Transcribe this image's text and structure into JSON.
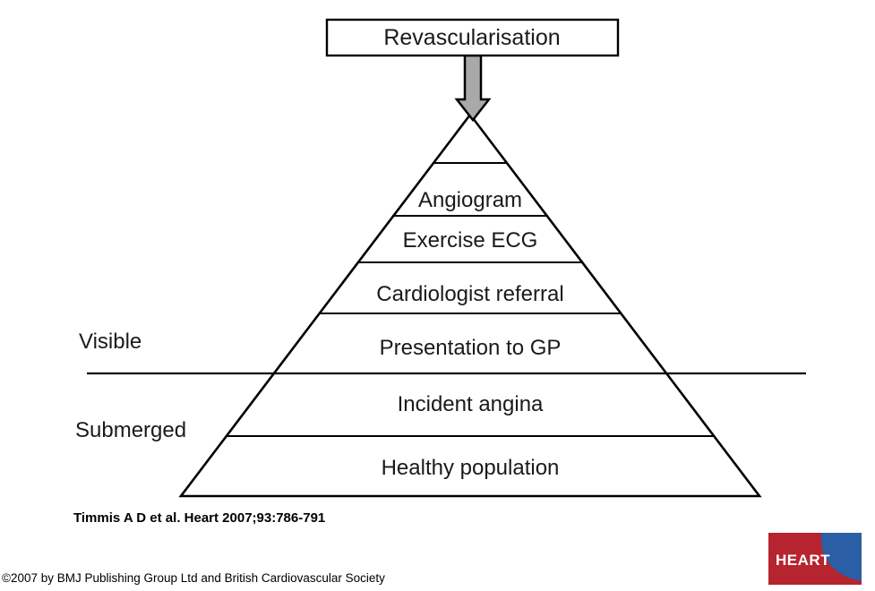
{
  "top_box": {
    "label": "Revascularisation"
  },
  "arrow": {
    "direction": "down",
    "fill": "#a9a9a9"
  },
  "pyramid": {
    "layers": [
      "Angiogram",
      "Exercise ECG",
      "Cardiologist referral",
      "Presentation to GP",
      "Incident angina",
      "Healthy population"
    ]
  },
  "zones": {
    "above_line": "Visible",
    "below_line": "Submerged"
  },
  "citation": "Timmis A D et al. Heart 2007;93:786-791",
  "copyright": "©2007 by BMJ Publishing Group Ltd and British Cardiovascular Society",
  "logo": {
    "label": "HEART",
    "red": "#b6242f",
    "blue": "#2a5fa5"
  },
  "colors": {
    "line": "#000000",
    "background": "#ffffff"
  }
}
